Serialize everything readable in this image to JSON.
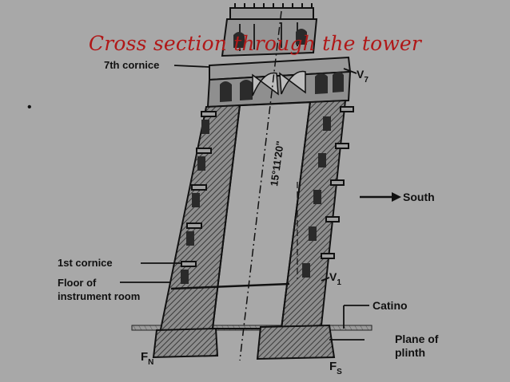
{
  "slide": {
    "title": "Cross section through the tower",
    "bullet": "•"
  },
  "diagram": {
    "labels": {
      "cornice7": "7th cornice",
      "v7_main": "V",
      "v7_sub": "7",
      "angle": "15°11'20\"",
      "south": "South",
      "cornice1": "1st cornice",
      "floor_line1": "Floor of",
      "floor_line2": "instrument room",
      "v1_main": "V",
      "v1_sub": "1",
      "catino": "Catino",
      "plane_line1": "Plane of",
      "plane_line2": "plinth",
      "fn_main": "F",
      "fn_sub": "N",
      "fs_main": "F",
      "fs_sub": "S"
    }
  }
}
